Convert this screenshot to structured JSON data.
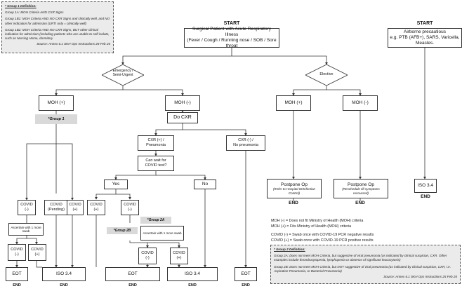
{
  "group1": {
    "heading": "* Group 1 Definition:",
    "lines": [
      "Group 1A: MOH Criteria AND CXR Signs",
      "Group 1B1: MOH Criteria AND NO CXR Signs and clinically well, and NO other indication for admission (URTI only = clinically well)",
      "Group 1B2: MOH Criteria AND NO CXR Signs, BUT other clinical indication for admission (including patients who are unable to self-isolate, such as Nursing Home, dormitory"
    ],
    "source": "Source: Annex 6.1 SKH Ops Instructions 28 Feb 20"
  },
  "start_main": {
    "title": "START",
    "text": "Surgical Patient with Acute Respiratory Illness\n(Fever / Cough / Running nose / SOB / Sore throat"
  },
  "start_airborne": {
    "title": "START",
    "text": "Airborne precautious\ne.g. PTB (AFB+), SARS, Varicella, Measles."
  },
  "diamond_emergency": "Emergency /\nSemi-Urgent",
  "diamond_elective": "Elective",
  "moh_pos": "MOH (+)",
  "moh_neg": "MOH (-)",
  "elective_moh_pos": "MOH (+)",
  "elective_moh_neg": "MOH (-)",
  "group1_tag": "*Group 1",
  "do_cxr": "Do CXR",
  "cxr_pos": "CXR (+) /\nPneumonia",
  "cxr_neg": "CXR (-) /\nNo pneumonia",
  "can_wait": "Can wait for\nCOVID test?",
  "yes": "Yes",
  "no": "No",
  "covid_neg_left": "COVID\n(-)",
  "covid_pending": "COVID\n(Pending)",
  "covid_pos_left": "COVID\n(+)",
  "ascertain_left": "Ascertain with 1 more swab",
  "covid_neg_l2": "COVID\n(-)",
  "covid_pos_l2": "COVID\n(+)",
  "eot_left": "EOT",
  "iso_left": "ISO 3.4",
  "covid_pos_mid": "COVID\n(+)",
  "covid_neg_mid": "COVID\n(-)",
  "group2a_tag": "*Group 2A",
  "group2b_tag": "*Group 2B",
  "ascertain_mid": "Ascertain with 1 more swab",
  "covid_neg_m2": "COVID\n(-)",
  "covid_pos_m2": "COVID\n(+)",
  "eot_mid": "EOT",
  "iso_mid": "ISO 3.4",
  "eot_right": "EOT",
  "postpone_left": {
    "title": "Postpone Op",
    "sub": "(Refer to Hospital ID/Infection Control)"
  },
  "postpone_right": {
    "title": "Postpone Op",
    "sub": "(Reschedule till symptoms recovered)"
  },
  "iso_airborne": "ISO 3.4",
  "end_label": "END",
  "legend": [
    "MOH (-) = Does not fit Ministry of Health (MOH) criteria",
    "MOH (+) = Fits Ministry of Health (MOH) criteria",
    "COVID (-) = Swab once with COVID-19 PCR negative results",
    "COVID (+) = Swab once with COVID-19 PCR positive results"
  ],
  "group2": {
    "heading": "* Group 2 Definition:",
    "lines": [
      "Group 2A: Does not meet MOH Criteria, but suggestive of viral pneumonia (as indicated by clinical suspicion, CXR. Other examples include thrombocytopenia, lymphopenia or absence of significant leucocytosis)",
      "Group 2B: Does not meet MOH Criteria, but NOT suggestive of viral pneumonia (as indicated by clinical suspicion, CXR, i.e. Aspiration Pneumonia, or Bacterial Pneumonia)"
    ],
    "source": "Source: Annex 6.1 SKH Ops Instructions 25 Feb 20"
  }
}
